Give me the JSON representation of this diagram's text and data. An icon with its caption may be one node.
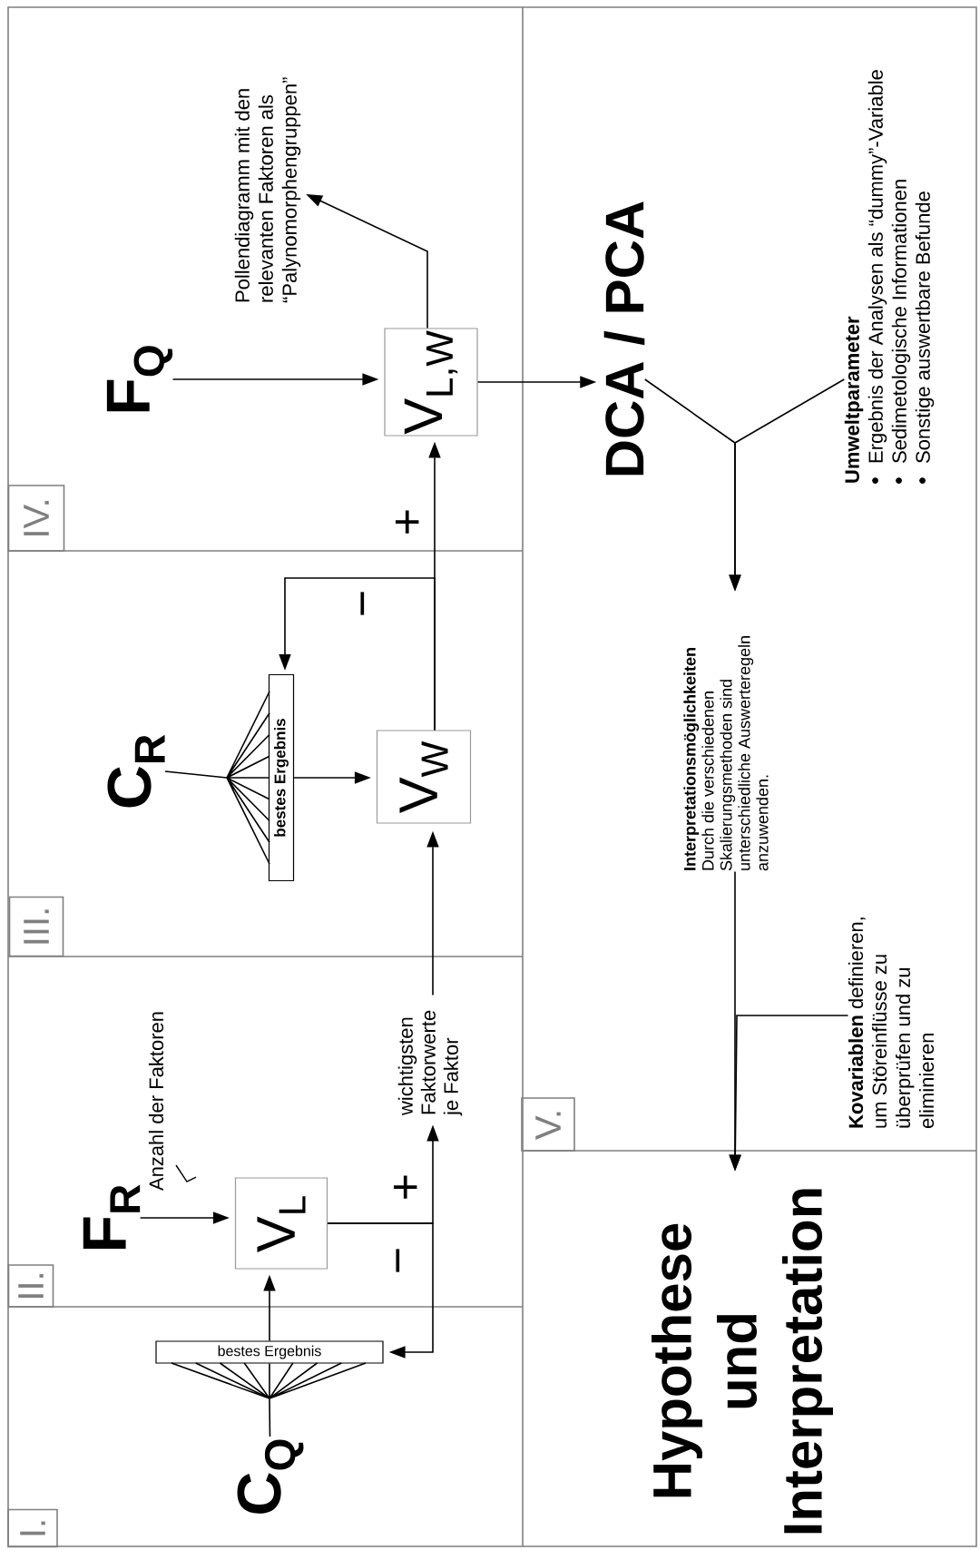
{
  "diagram": {
    "nodes": [
      {
        "text": [
          "I."
        ]
      },
      {
        "text": [
          "C$_{Q}$"
        ]
      },
      {
        "text": [
          "bestes Ergebnis"
        ]
      },
      {
        "text": [
          "II."
        ]
      },
      {
        "text": [
          "F$_{R}$"
        ]
      },
      {
        "text": [
          "V$_{L}$"
        ]
      },
      {
        "text": [
          "wichtigsten Faktorwerte je Faktor"
        ]
      },
      {
        "text": [
          "III."
        ]
      },
      {
        "text": [
          "C$_{R}$"
        ]
      },
      {
        "text": [
          "bestes Ergebnis"
        ]
      },
      {
        "text": [
          "V$_{W}$"
        ]
      },
      {
        "text": [
          "IV."
        ]
      },
      {
        "text": [
          "F$_{Q}$"
        ]
      },
      {
        "text": [
          "V$_{L,W}$"
        ]
      },
      {
        "text": [
          "Pollendiagramm mit den relevanten Faktoren als “Palynomorphengruppen”"
        ]
      },
      {
        "text": [
          "DCA / PCA"
        ]
      },
      {
        "text": [
          "Umweltparameter",
          "Ergebnis der Analysen als “dummy”-Variable",
          "Sedimetologische Informationen",
          "Sonstige auswertbare Befunde"
        ]
      },
      {
        "text": [
          "Interpretationsmöglichkeiten",
          "Durch die verschiedenen Skalierungsmethoden sind unterschiedliche Auswerteregeln anzuwenden."
        ]
      },
      {
        "text": [
          "V."
        ]
      },
      {
        "text": [
          "**Kovariablen** definieren, um Störeinflüsse zu überprüfen und zu eliminieren"
        ]
      },
      {
        "text": [
          "Hypothese und Interpretation"
        ]
      }
    ],
    "edges": [
      {
        "from": 1,
        "to": 2,
        "arrow": "none"
      },
      {
        "from": 2,
        "to": 5,
        "arrow": "to"
      },
      {
        "from": 4,
        "to": 5,
        "arrow": "to",
        "label": "Anzahl der Faktoren"
      },
      {
        "from": 5,
        "to": 6,
        "arrow": "to",
        "label": "+"
      },
      {
        "from": 5,
        "to": 2,
        "arrow": "to",
        "label": "−"
      },
      {
        "from": 6,
        "to": 10,
        "arrow": "to"
      },
      {
        "from": 8,
        "to": 9,
        "arrow": "none"
      },
      {
        "from": 9,
        "to": 10,
        "arrow": "to"
      },
      {
        "from": 10,
        "to": 13,
        "arrow": "to",
        "label": "+"
      },
      {
        "from": 10,
        "to": 9,
        "arrow": "to",
        "label": "−"
      },
      {
        "from": 12,
        "to": 13,
        "arrow": "to"
      },
      {
        "from": 13,
        "to": 14,
        "arrow": "to"
      },
      {
        "from": 13,
        "to": 15,
        "arrow": "to"
      },
      {
        "from": 15,
        "to": 17,
        "arrow": "to"
      },
      {
        "from": 16,
        "to": 17,
        "arrow": "to"
      },
      {
        "from": 17,
        "to": 20,
        "arrow": "to"
      },
      {
        "from": 19,
        "to": 20,
        "arrow": "to"
      }
    ]
  }
}
